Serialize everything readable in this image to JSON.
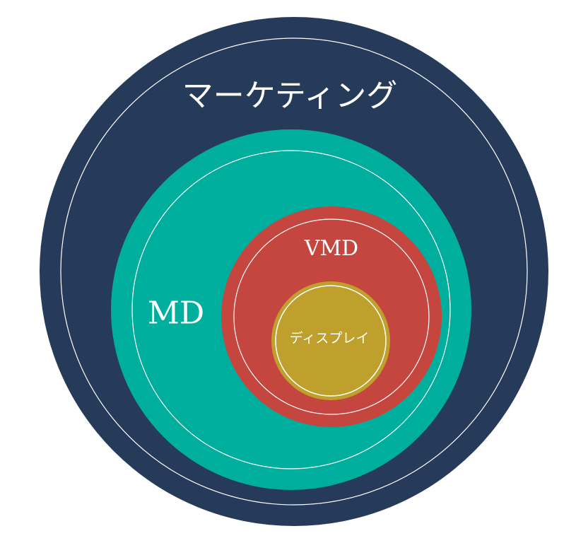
{
  "diagram": {
    "type": "nested-circles",
    "layers": [
      {
        "key": "marketing",
        "label": "マーケティング",
        "color": "#263a59"
      },
      {
        "key": "md",
        "label": "MD",
        "color": "#00ae9d"
      },
      {
        "key": "vmd",
        "label": "VMD",
        "color": "#c5463e"
      },
      {
        "key": "display",
        "label": "ディスプレイ",
        "color": "#bfa02d"
      }
    ],
    "ring_color": "#ffffff",
    "background": "#ffffff"
  }
}
